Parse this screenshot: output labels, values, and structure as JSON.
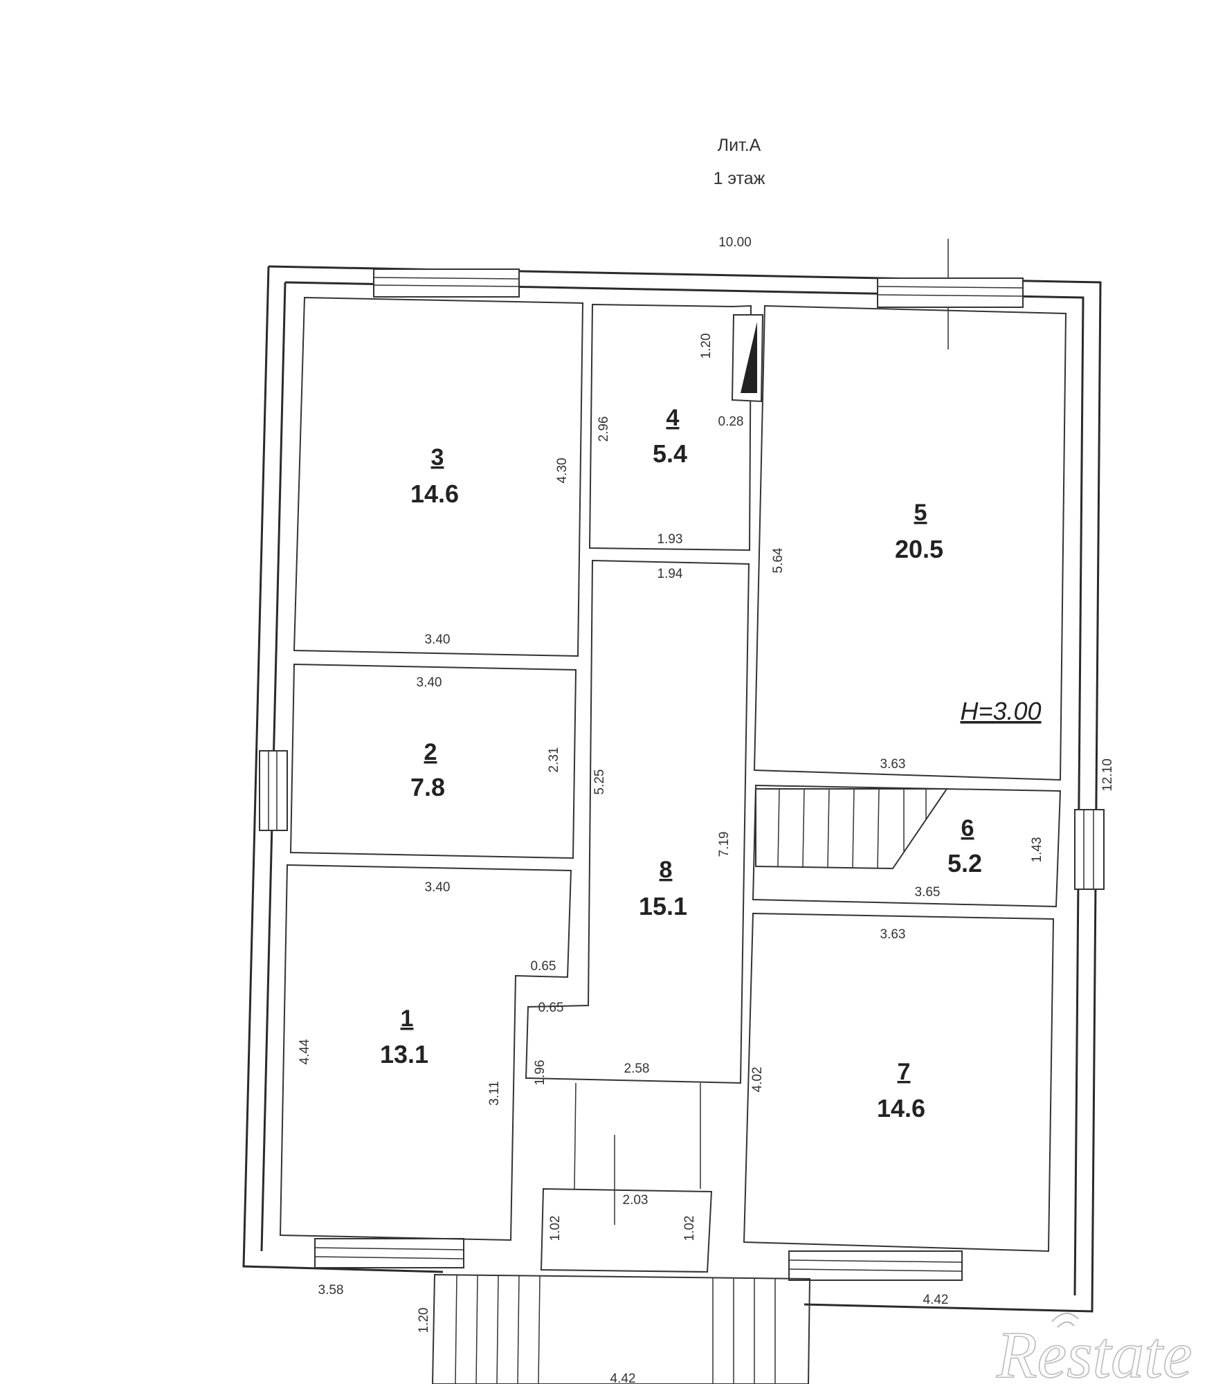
{
  "plan": {
    "title": "Лит.А",
    "floor": "1 этаж",
    "height_note": "H=3.00",
    "watermark": "Restate"
  },
  "rooms": [
    {
      "number": "1",
      "area": "13.1"
    },
    {
      "number": "2",
      "area": "7.8"
    },
    {
      "number": "3",
      "area": "14.6"
    },
    {
      "number": "4",
      "area": "5.4"
    },
    {
      "number": "5",
      "area": "20.5"
    },
    {
      "number": "6",
      "area": "5.2"
    },
    {
      "number": "7",
      "area": "14.6"
    },
    {
      "number": "8",
      "area": "15.1"
    }
  ],
  "dimensions": {
    "overall_width": "10.00",
    "overall_height": "12.10",
    "room3_width": "3.40",
    "room3_height": "4.30",
    "room2_width_top": "3.40",
    "room2_height": "2.31",
    "room1_width_top": "3.40",
    "room1_notch_a": "0.65",
    "room1_notch_b": "0.65",
    "room1_height": "4.44",
    "room1_lower_height": "3.11",
    "room4_height": "2.96",
    "room4_width": "1.93",
    "room4_duct_height": "1.20",
    "room4_duct_width": "0.28",
    "hall_width": "1.94",
    "hall_left_height": "5.25",
    "hall_right_height": "7.19",
    "hall_lower_height": "1.96",
    "hall_bottom_width": "2.58",
    "vestibule_width": "2.03",
    "vestibule_left": "1.02",
    "vestibule_right": "1.02",
    "room5_height": "5.64",
    "room5_width": "3.63",
    "room6_width": "3.65",
    "room6_height": "1.43",
    "room7_width": "3.63",
    "room7_height": "4.02",
    "bottom_left": "3.58",
    "bottom_right": "4.42",
    "porch_height": "1.20",
    "porch_width": "4.42"
  }
}
